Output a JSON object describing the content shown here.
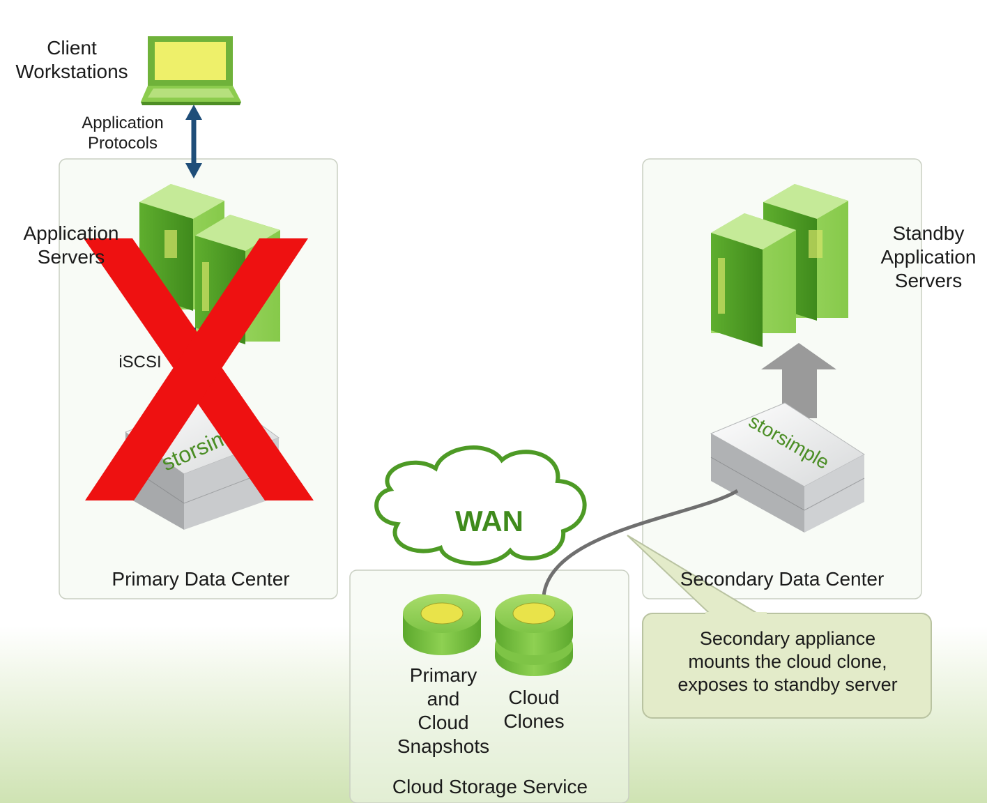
{
  "client": {
    "label": "Client\nWorkstations"
  },
  "protocol": {
    "label": "Application\nProtocols"
  },
  "primary": {
    "app_servers_label": "Application\nServers",
    "iscsi_label": "iSCSI",
    "appliance_logo": "storsimple",
    "title": "Primary Data Center"
  },
  "secondary": {
    "standby_label": "Standby\nApplication\nServers",
    "appliance_logo": "storsimple",
    "title": "Secondary Data Center"
  },
  "wan": {
    "label": "WAN"
  },
  "cloud": {
    "snapshots_label": "Primary\nand\nCloud\nSnapshots",
    "clones_label": "Cloud\nClones",
    "title": "Cloud Storage Service"
  },
  "callout": {
    "text": "Secondary appliance\nmounts the cloud clone,\nexposes to standby server"
  },
  "colors": {
    "server_green": "#7cc242",
    "x_mark": "#ee1111",
    "arrow_blue": "#1f4e79",
    "callout_fill": "#e3ebc9"
  }
}
